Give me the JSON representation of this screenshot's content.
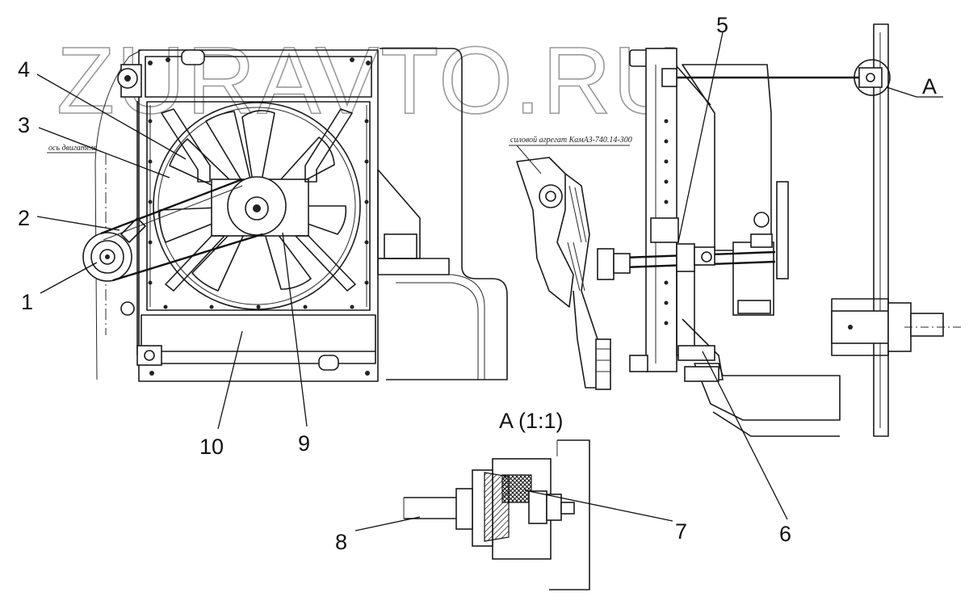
{
  "watermark": "ZURAVTO.RU",
  "notes": {
    "engine_axis": "ось двигателя",
    "power_unit": "силовой агрегат КамАЗ-740.14-300"
  },
  "view": {
    "marker": "A",
    "detail_title": "A (1:1)"
  },
  "callouts": [
    {
      "id": "1",
      "label": "1"
    },
    {
      "id": "2",
      "label": "2"
    },
    {
      "id": "3",
      "label": "3"
    },
    {
      "id": "4",
      "label": "4"
    },
    {
      "id": "5",
      "label": "5"
    },
    {
      "id": "6",
      "label": "6"
    },
    {
      "id": "7",
      "label": "7"
    },
    {
      "id": "8",
      "label": "8"
    },
    {
      "id": "9",
      "label": "9"
    },
    {
      "id": "10",
      "label": "10"
    }
  ]
}
